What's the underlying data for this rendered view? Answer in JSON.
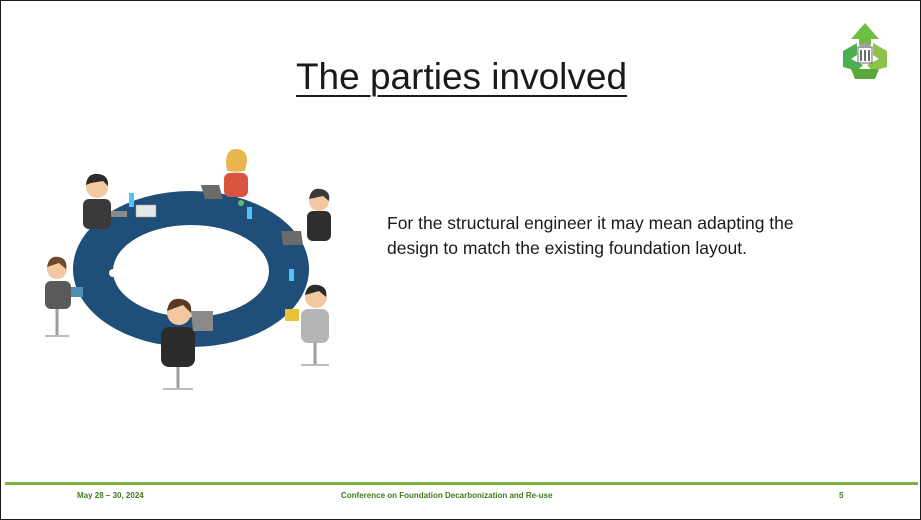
{
  "slide": {
    "title": "The parties involved",
    "body": "For the structural engineer it may mean adapting the design to match the existing foundation layout.",
    "logo_icon": "recycle-building-icon",
    "illustration": "round-table-meeting-illustration"
  },
  "footer": {
    "date": "May 28 – 30, 2024",
    "conference": "Conference on Foundation Decarbonization and Re-use",
    "page_number": "5"
  },
  "colors": {
    "accent_green": "#7cb342",
    "footer_text": "#3f7a1f",
    "table_blue": "#1f4f78"
  }
}
